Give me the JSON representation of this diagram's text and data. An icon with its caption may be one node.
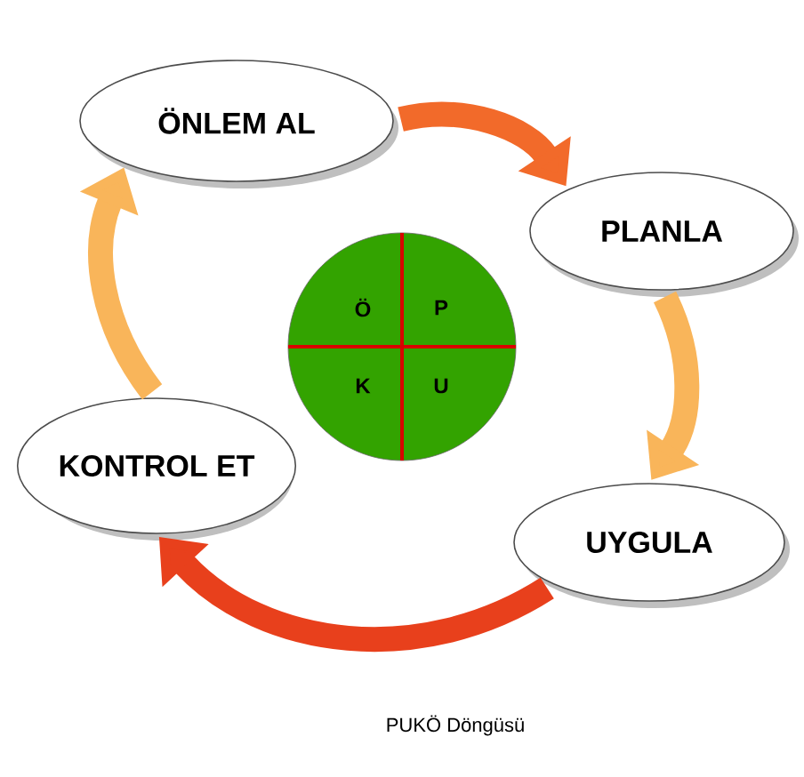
{
  "diagram": {
    "caption": "PUKÖ Döngüsü",
    "nodes": [
      {
        "text": [
          "ÖNLEM AL"
        ]
      },
      {
        "text": [
          "PLANLA"
        ]
      },
      {
        "text": [
          "Ö",
          "P",
          "K",
          "U"
        ]
      },
      {
        "text": [
          "KONTROL ET"
        ]
      },
      {
        "text": [
          "UYGULA"
        ]
      }
    ],
    "edges": [
      {
        "from": 0,
        "to": 1,
        "arrow": "to",
        "color": "#f26a2a"
      },
      {
        "from": 1,
        "to": 4,
        "arrow": "to",
        "color": "#f9b55a"
      },
      {
        "from": 4,
        "to": 3,
        "arrow": "to",
        "color": "#e8401c"
      },
      {
        "from": 3,
        "to": 0,
        "arrow": "to",
        "color": "#f9b55a"
      }
    ]
  }
}
